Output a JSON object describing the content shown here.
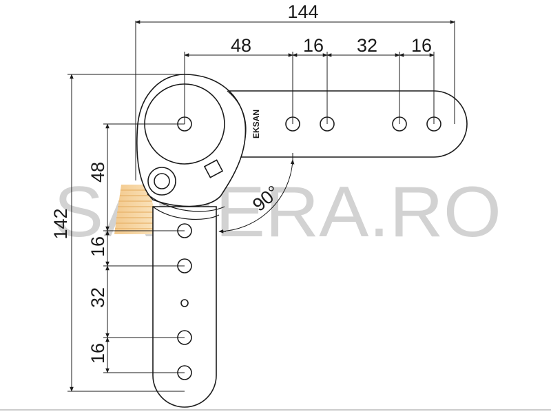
{
  "diagram": {
    "dimensions": {
      "overall_width": "144",
      "top_48": "48",
      "top_16a": "16",
      "top_32": "32",
      "top_16b": "16",
      "overall_height": "142",
      "left_48": "48",
      "left_16a": "16",
      "left_32": "32",
      "left_16b": "16",
      "angle": "90°"
    },
    "brand_text": "EKSAN",
    "watermark": "SAMERA.RO",
    "colors": {
      "line": "#1a1a1a",
      "watermark": "#d2d2d2",
      "background": "#ffffff"
    }
  }
}
